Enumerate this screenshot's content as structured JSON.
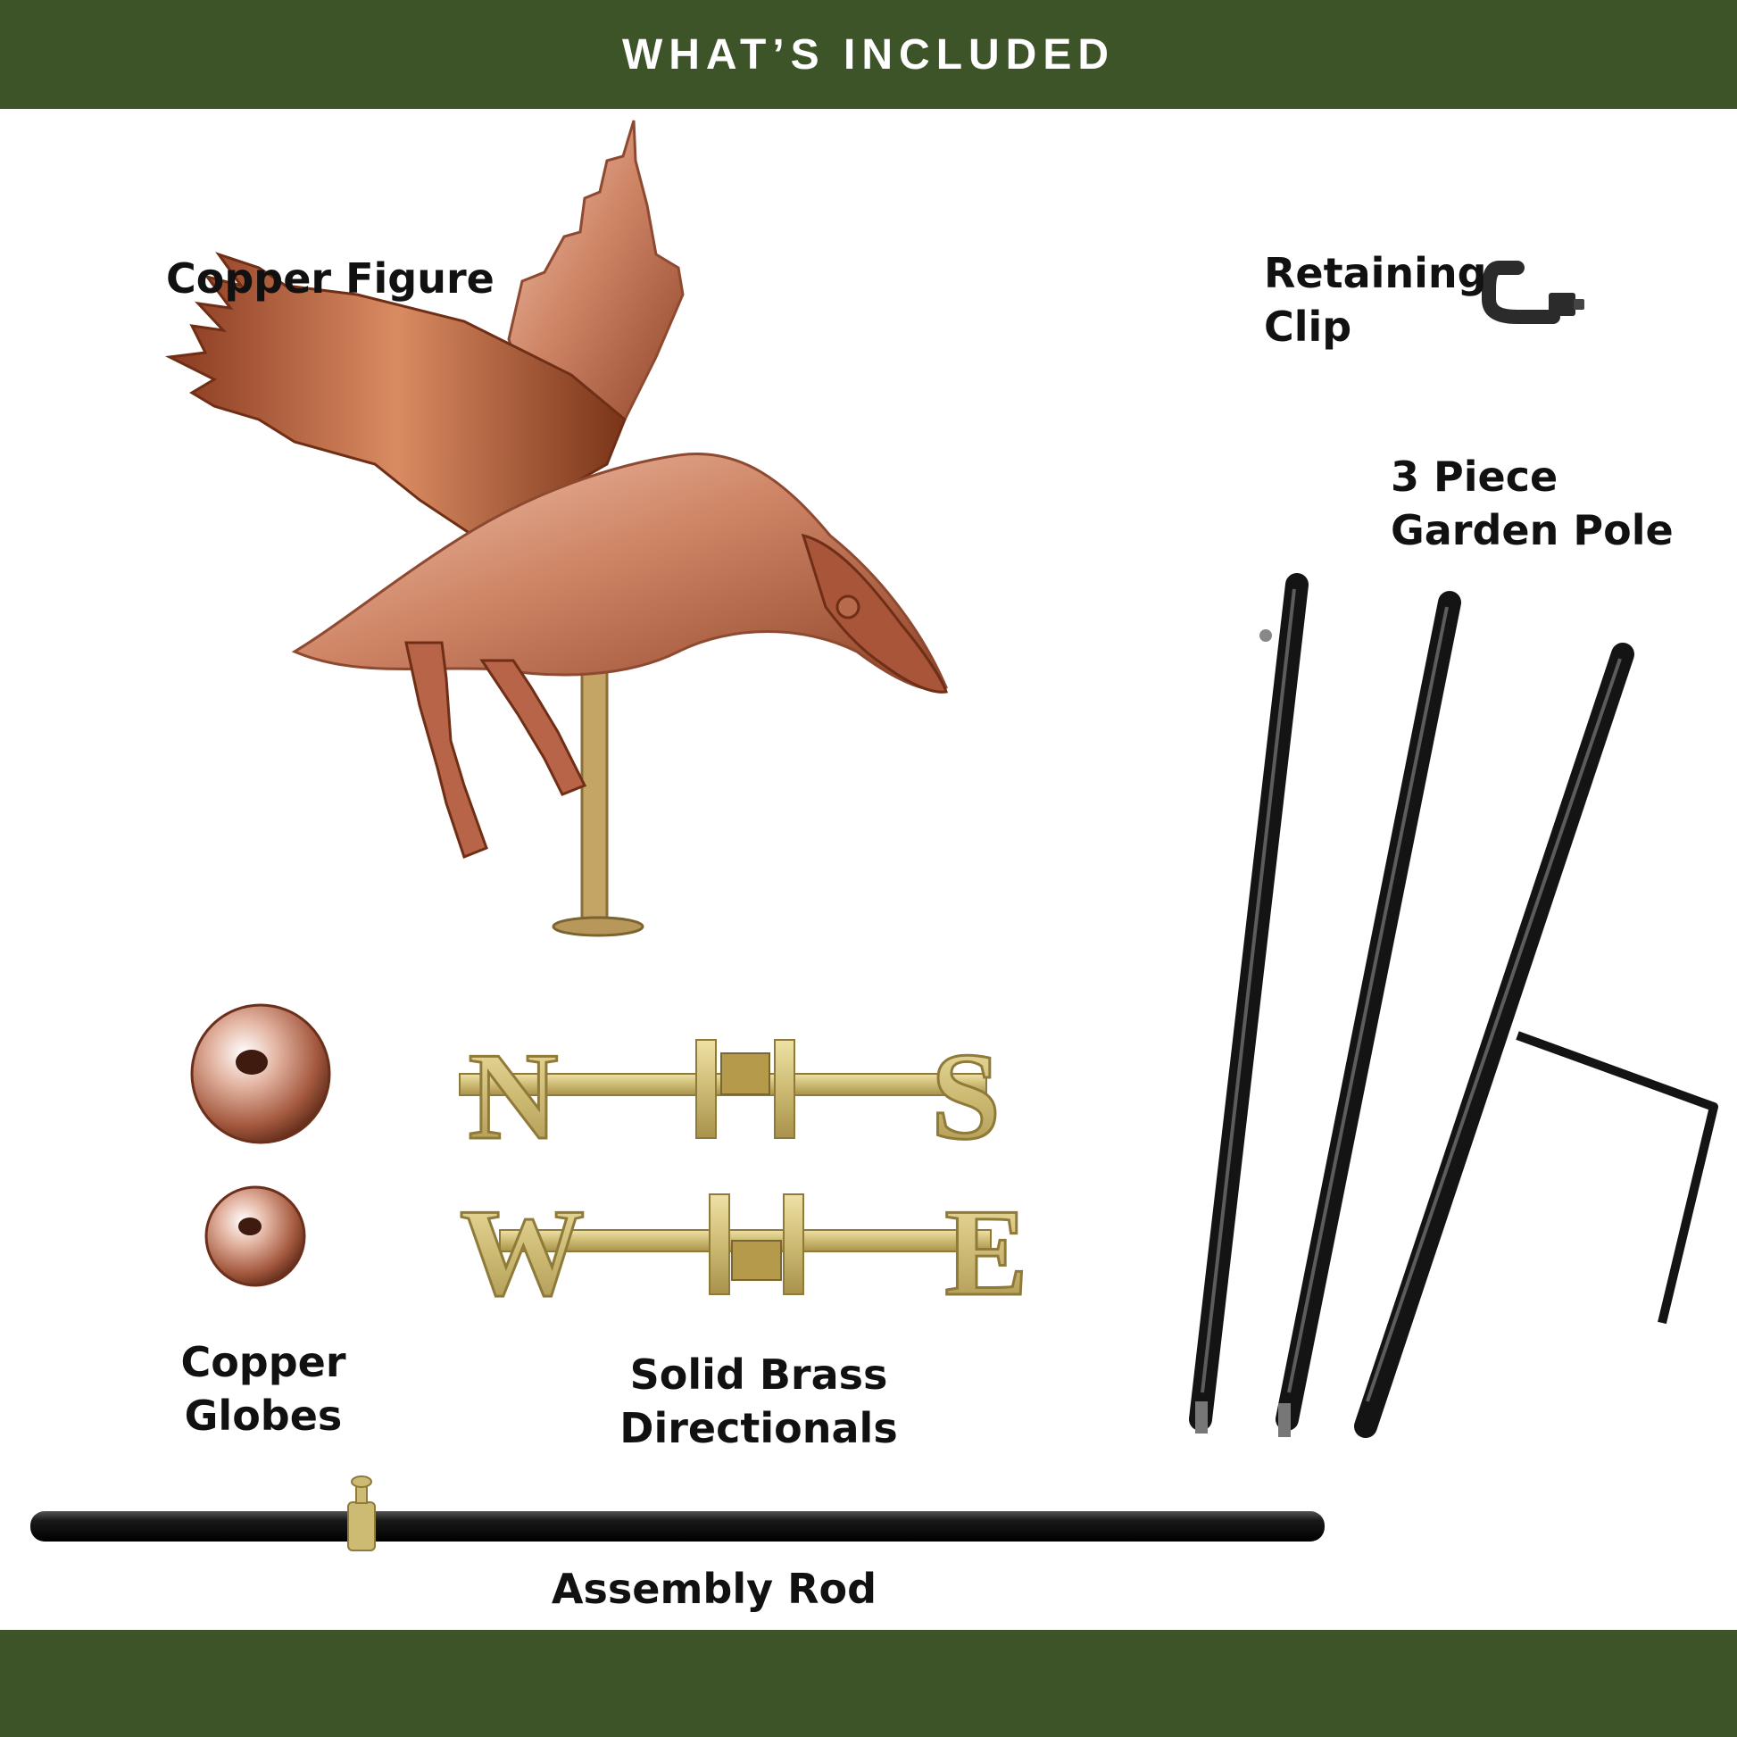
{
  "header": {
    "title": "WHAT’S INCLUDED"
  },
  "items": {
    "copper_figure": {
      "label": "Copper Figure"
    },
    "retaining_clip": {
      "label_line1": "Retaining",
      "label_line2": "Clip"
    },
    "garden_pole": {
      "label_line1": "3 Piece",
      "label_line2": "Garden Pole"
    },
    "copper_globes": {
      "label_line1": "Copper",
      "label_line2": "Globes"
    },
    "directionals": {
      "label_line1": "Solid Brass",
      "label_line2": "Directionals",
      "letters": [
        "N",
        "S",
        "W",
        "E"
      ]
    },
    "assembly_rod": {
      "label": "Assembly Rod"
    }
  },
  "colors": {
    "band": "#3d5428",
    "copper": "#c77a5a",
    "brass": "#cdbb74",
    "pole": "#141414"
  }
}
